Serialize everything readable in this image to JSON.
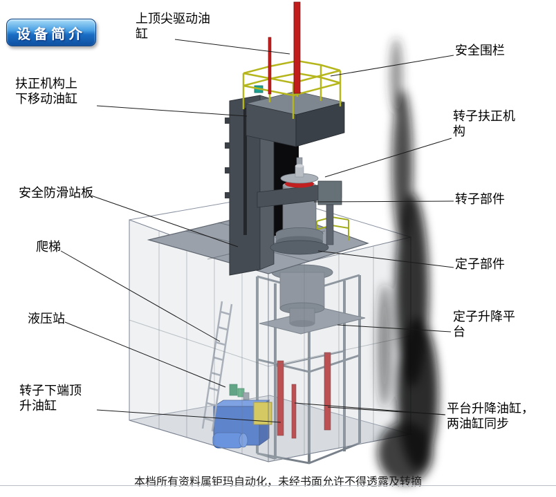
{
  "badge": {
    "label": "设备简介"
  },
  "footer": {
    "text": "本档所有资料属钜玛自动化，未经书面允许不得透露及转摘"
  },
  "labels": {
    "top_center_drive_cylinder": "上顶尖驱动油\n缸",
    "safety_fence": "安全围栏",
    "centering_lift_cylinder": "扶正机构上\n下移动油缸",
    "rotor_centering_mechanism": "转子扶正机\n构",
    "anti_slip_platform": "安全防滑站板",
    "rotor_component": "转子部件",
    "ladder": "爬梯",
    "stator_component": "定子部件",
    "hydraulic_station": "液压站",
    "stator_lift_platform": "定子升降平\n台",
    "rotor_bottom_jack_cylinder": "转子下端顶\n升油缸",
    "platform_lift_cylinders": "平台升降油缸，\n两油缸同步"
  },
  "colors": {
    "badge_blue": "#1668c0",
    "cylinder_red": "#c21d1d",
    "hydraulic_blue": "#2a5fc4",
    "railing_yellow": "#b5b51c",
    "frame_gray": "#8a919b",
    "platform_gray": "#9aa1ab"
  }
}
